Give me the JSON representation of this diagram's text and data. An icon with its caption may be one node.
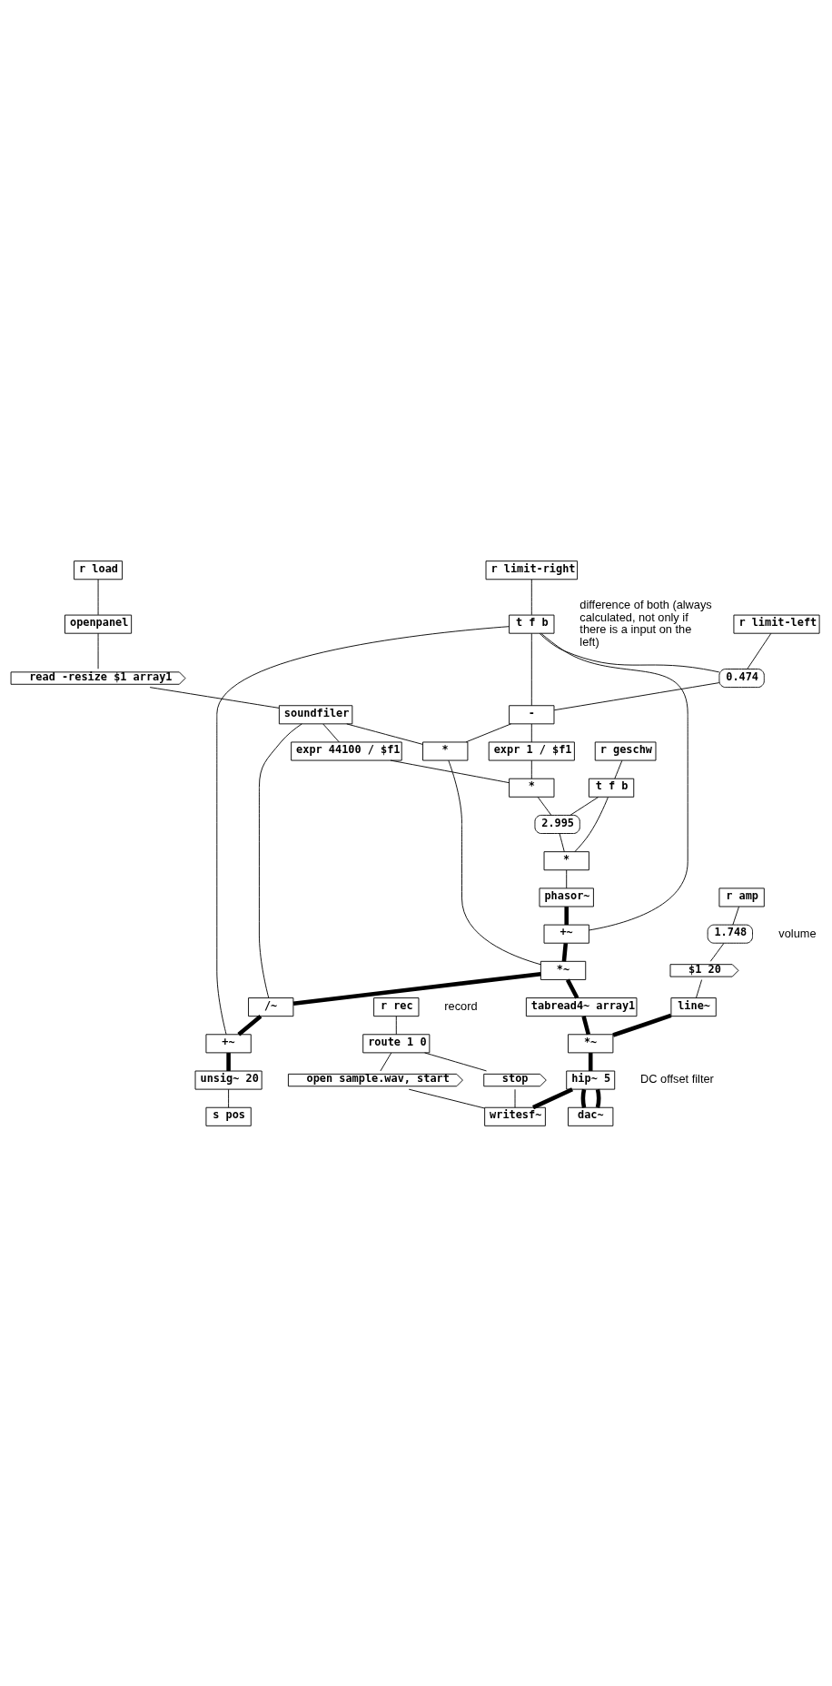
{
  "diagram": {
    "nodes": [
      {
        "text": [
          "r load"
        ]
      },
      {
        "text": [
          "openpanel"
        ]
      },
      {
        "text": [
          "read -resize $1 array1"
        ]
      },
      {
        "text": [
          "soundfiler"
        ]
      },
      {
        "text": [
          "r limit-left"
        ]
      },
      {
        "text": [
          "r limit-right"
        ]
      },
      {
        "text": [
          "expr 44100 / $f1"
        ]
      },
      {
        "text": [
          "0.474"
        ]
      },
      {
        "text": [
          "t f b"
        ],
        "beside": [
          "difference of both (always calculated, not only if there is a input on the left)"
        ]
      },
      {
        "text": [
          "-"
        ]
      },
      {
        "text": [
          "expr 1 / $f1"
        ]
      },
      {
        "text": [
          "*"
        ]
      },
      {
        "text": [
          "r geschw"
        ]
      },
      {
        "text": [
          "*"
        ]
      },
      {
        "text": [
          "t f b"
        ]
      },
      {
        "text": [
          "2.995"
        ]
      },
      {
        "text": [
          "*"
        ]
      },
      {
        "text": [
          "phasor~"
        ]
      },
      {
        "text": [
          "+~"
        ]
      },
      {
        "text": [
          "*~"
        ]
      },
      {
        "text": [
          "/~"
        ]
      },
      {
        "text": [
          "+~"
        ]
      },
      {
        "text": [
          "unsig~ 20"
        ]
      },
      {
        "text": [
          "r amp"
        ]
      },
      {
        "text": [
          "tabread4~ array1"
        ]
      },
      {
        "text": [
          "s pos"
        ]
      },
      {
        "text": [
          "1.748"
        ],
        "beside": [
          "volume"
        ]
      },
      {
        "text": [
          "$1 20"
        ]
      },
      {
        "text": [
          "line~"
        ]
      },
      {
        "text": [
          "*~"
        ]
      },
      {
        "text": [
          "hip~ 5"
        ],
        "beside": [
          "DC offset filter"
        ]
      },
      {
        "text": [
          "r rec"
        ],
        "beside": [
          "record"
        ]
      },
      {
        "text": [
          "route 1 0"
        ]
      },
      {
        "text": [
          "open sample.wav, start"
        ]
      },
      {
        "text": [
          "stop"
        ]
      },
      {
        "text": [
          "writesf~"
        ]
      },
      {
        "text": [
          "dac~"
        ]
      }
    ],
    "edges": [
      {
        "from": 0,
        "to": 1,
        "arrow": "none"
      },
      {
        "from": 1,
        "to": 2,
        "arrow": "none"
      },
      {
        "from": 2,
        "to": 3,
        "arrow": "none"
      },
      {
        "from": 3,
        "to": 6,
        "arrow": "none"
      },
      {
        "from": 3,
        "to": 20,
        "arrow": "none"
      },
      {
        "from": 3,
        "to": 13,
        "arrow": "none"
      },
      {
        "from": 4,
        "to": 7,
        "arrow": "none"
      },
      {
        "from": 5,
        "to": 8,
        "arrow": "none"
      },
      {
        "from": 8,
        "to": 7,
        "arrow": "none"
      },
      {
        "from": 7,
        "to": 9,
        "arrow": "none"
      },
      {
        "from": 8,
        "to": 9,
        "arrow": "none"
      },
      {
        "from": 8,
        "to": 18,
        "arrow": "none"
      },
      {
        "from": 8,
        "to": 21,
        "arrow": "none"
      },
      {
        "from": 9,
        "to": 10,
        "arrow": "none"
      },
      {
        "from": 9,
        "to": 13,
        "arrow": "none"
      },
      {
        "from": 6,
        "to": 11,
        "arrow": "none"
      },
      {
        "from": 10,
        "to": 11,
        "arrow": "none"
      },
      {
        "from": 11,
        "to": 15,
        "arrow": "none"
      },
      {
        "from": 12,
        "to": 14,
        "arrow": "none"
      },
      {
        "from": 14,
        "to": 15,
        "arrow": "none"
      },
      {
        "from": 14,
        "to": 16,
        "arrow": "none"
      },
      {
        "from": 15,
        "to": 16,
        "arrow": "none"
      },
      {
        "from": 16,
        "to": 17,
        "arrow": "none"
      },
      {
        "from": 17,
        "to": 18,
        "arrow": "none",
        "style": "thick"
      },
      {
        "from": 18,
        "to": 19,
        "arrow": "none",
        "style": "thick"
      },
      {
        "from": 13,
        "to": 19,
        "arrow": "none"
      },
      {
        "from": 19,
        "to": 20,
        "arrow": "none",
        "style": "thick"
      },
      {
        "from": 19,
        "to": 24,
        "arrow": "none",
        "style": "thick"
      },
      {
        "from": 20,
        "to": 21,
        "arrow": "none",
        "style": "thick"
      },
      {
        "from": 21,
        "to": 22,
        "arrow": "none",
        "style": "thick"
      },
      {
        "from": 22,
        "to": 25,
        "arrow": "none"
      },
      {
        "from": 23,
        "to": 26,
        "arrow": "none"
      },
      {
        "from": 26,
        "to": 27,
        "arrow": "none"
      },
      {
        "from": 27,
        "to": 28,
        "arrow": "none"
      },
      {
        "from": 24,
        "to": 29,
        "arrow": "none",
        "style": "thick"
      },
      {
        "from": 28,
        "to": 29,
        "arrow": "none",
        "style": "thick"
      },
      {
        "from": 29,
        "to": 30,
        "arrow": "none",
        "style": "thick"
      },
      {
        "from": 30,
        "to": 36,
        "arrow": "none",
        "style": "thick"
      },
      {
        "from": 30,
        "to": 36,
        "arrow": "none",
        "style": "thick"
      },
      {
        "from": 30,
        "to": 35,
        "arrow": "none",
        "style": "thick"
      },
      {
        "from": 31,
        "to": 32,
        "arrow": "none"
      },
      {
        "from": 32,
        "to": 33,
        "arrow": "none"
      },
      {
        "from": 32,
        "to": 34,
        "arrow": "none"
      },
      {
        "from": 33,
        "to": 35,
        "arrow": "none"
      },
      {
        "from": 34,
        "to": 35,
        "arrow": "none"
      }
    ]
  }
}
